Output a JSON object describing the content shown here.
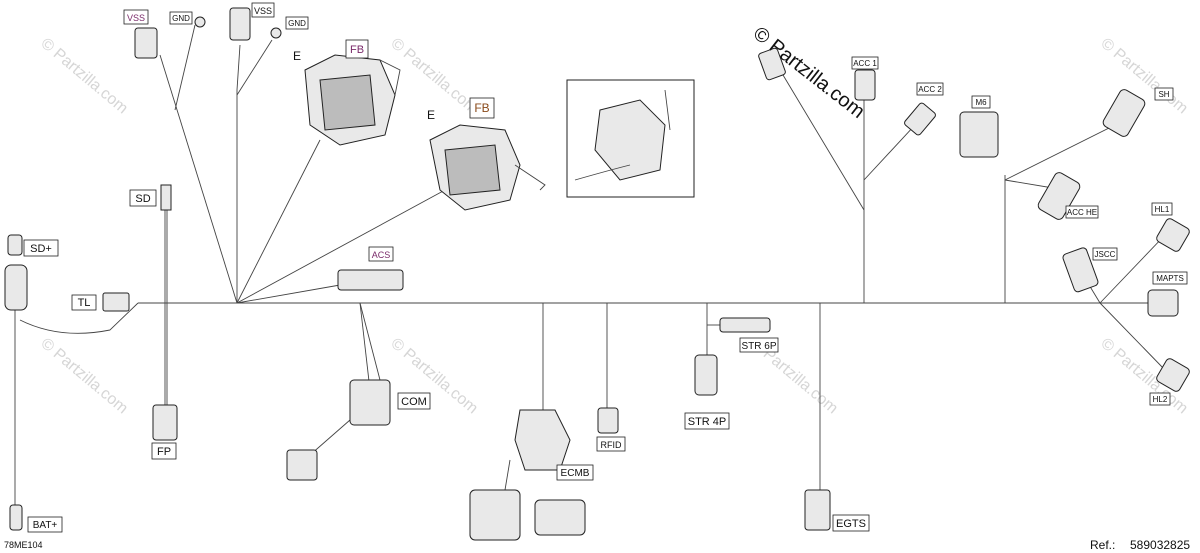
{
  "diagram": {
    "image_code": "78ME104",
    "ref_label": "Ref.:",
    "ref_number": "589032825",
    "brand": "© Partzilla.com",
    "watermark": "© Partzilla.com",
    "labels": {
      "vss_1": "VSS",
      "gnd_1": "GND",
      "vss_2": "VSS",
      "gnd_2": "GND",
      "fb_1_letter": "E",
      "fb_1": "FB",
      "fb_2_letter": "E",
      "fb_2": "FB",
      "sd": "SD",
      "sd_plus": "SD+",
      "tl": "TL",
      "acs": "ACS",
      "com": "COM",
      "fp": "FP",
      "bat_plus": "BAT+",
      "ecmb": "ECMB",
      "rfid": "RFID",
      "str_6p": "STR 6P",
      "str_4p": "STR 4P",
      "egts": "EGTS",
      "acc_1": "ACC 1",
      "acc_2": "ACC 2",
      "m6": "M6",
      "sh": "SH",
      "acc_he": "ACC HE",
      "hl1": "HL1",
      "jscc": "JSCC",
      "mapts": "MAPTS",
      "hl2": "HL2"
    }
  }
}
